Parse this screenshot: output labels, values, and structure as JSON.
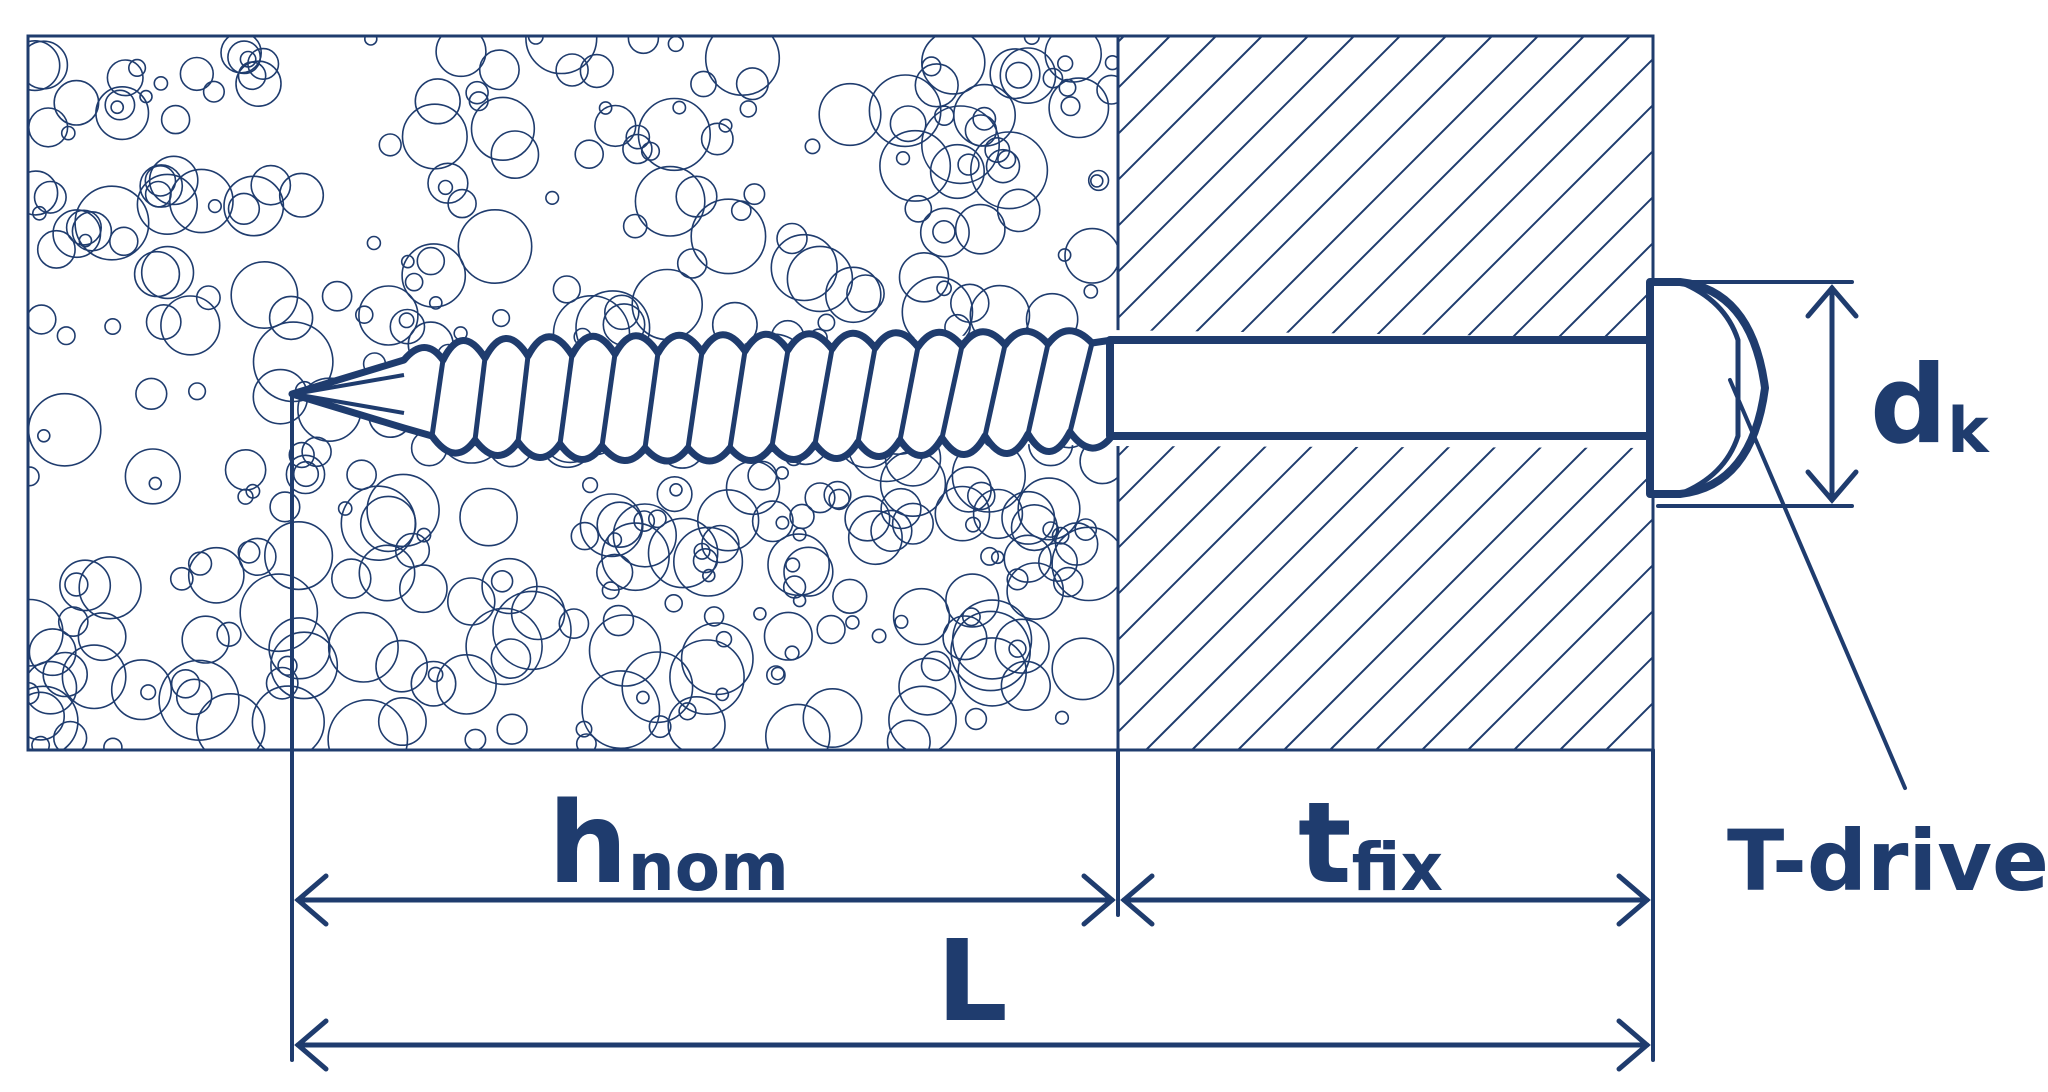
{
  "colors": {
    "ink": "#1f3c6e",
    "background": "#ffffff"
  },
  "labels": {
    "h_nom": {
      "main": "h",
      "sub": "nom"
    },
    "t_fix": {
      "main": "t",
      "sub": "fix"
    },
    "d_k": {
      "main": "d",
      "sub": "k"
    },
    "total_length": "L",
    "drive_type": "T-drive"
  }
}
